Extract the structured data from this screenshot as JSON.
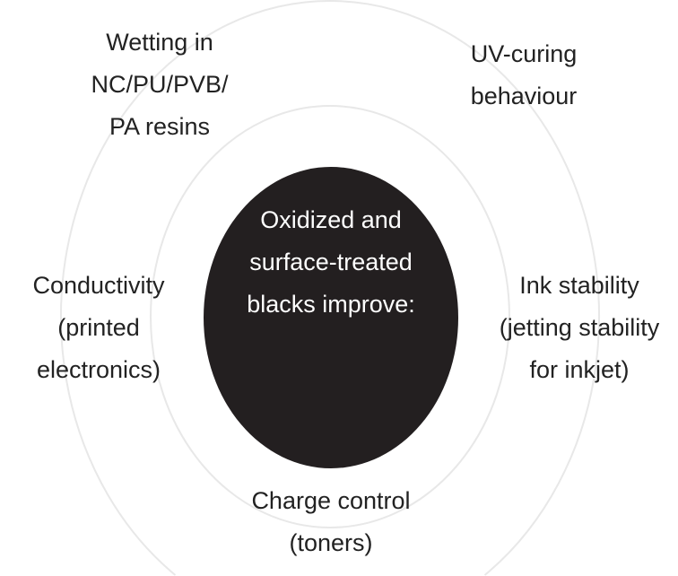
{
  "center": {
    "lines": [
      "Oxidized and",
      "surface-treated",
      "blacks improve:"
    ]
  },
  "items": [
    {
      "id": "wetting",
      "lines": [
        "Wetting in",
        "NC/PU/PVB/",
        "PA resins"
      ]
    },
    {
      "id": "uv-curing",
      "lines": [
        "UV-curing",
        "behaviour"
      ]
    },
    {
      "id": "conductivity",
      "lines": [
        "Conductivity",
        "(printed",
        "electronics)"
      ]
    },
    {
      "id": "ink-stability",
      "lines": [
        "Ink stability",
        "(jetting stability",
        "for inkjet)"
      ]
    },
    {
      "id": "charge-control",
      "lines": [
        "Charge control",
        "(toners)"
      ]
    }
  ],
  "colors": {
    "center_fill": "#231f20",
    "ring": "#e8e8e8",
    "text": "#222222"
  }
}
